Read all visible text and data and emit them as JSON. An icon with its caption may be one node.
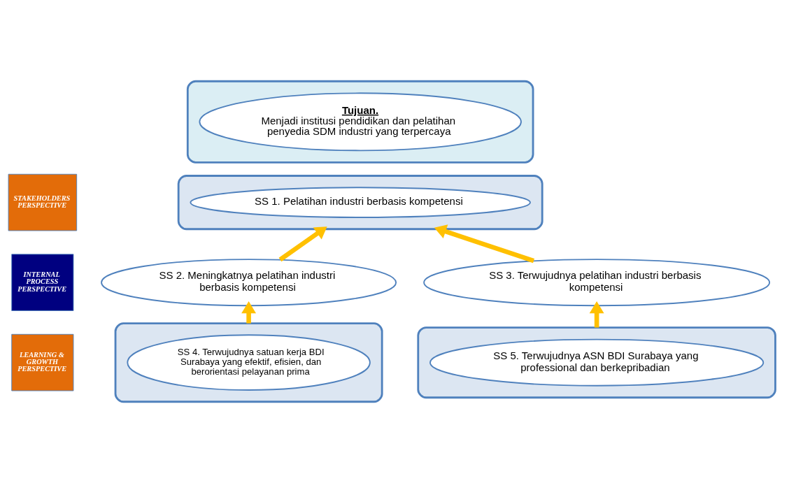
{
  "diagram": {
    "nodes": [
      {
        "text": [
          "STAKEHOLDERS PERSPECTIVE"
        ]
      },
      {
        "text": [
          "INTERNAL PROCESS PERSPECTIVE"
        ]
      },
      {
        "text": [
          "LEARNING & GROWTH PERSPECTIVE"
        ]
      },
      {
        "text": [],
        "shape": "box"
      },
      {
        "text": [
          "Tujuan.",
          "Menjadi institusi pendidikan dan pelatihan penyedia SDM industri yang terpercaya"
        ],
        "in": 3
      },
      {
        "text": [],
        "shape": "box"
      },
      {
        "text": [
          "SS 1. Pelatihan industri berbasis kompetensi"
        ],
        "in": 5
      },
      {
        "text": [
          "SS 2. Meningkatnya pelatihan industri berbasis kompetensi"
        ]
      },
      {
        "text": [
          "SS 3. Terwujudnya pelatihan industri berbasis kompetensi"
        ]
      },
      {
        "text": [],
        "shape": "box"
      },
      {
        "text": [
          "SS 4. Terwujudnya satuan kerja BDI Surabaya yang efektif, efisien, dan berorientasi pelayanan prima"
        ],
        "in": 9
      },
      {
        "text": [],
        "shape": "box"
      },
      {
        "text": [
          "SS 5. Terwujudnya ASN BDI Surabaya yang professional dan berkepribadian"
        ],
        "in": 11
      }
    ],
    "edges": [
      {
        "from": 7,
        "to": 5,
        "arrow": "to"
      },
      {
        "from": 8,
        "to": 5,
        "arrow": "to"
      },
      {
        "from": 9,
        "to": 7,
        "arrow": "to"
      },
      {
        "from": 11,
        "to": 8,
        "arrow": "to"
      }
    ]
  }
}
